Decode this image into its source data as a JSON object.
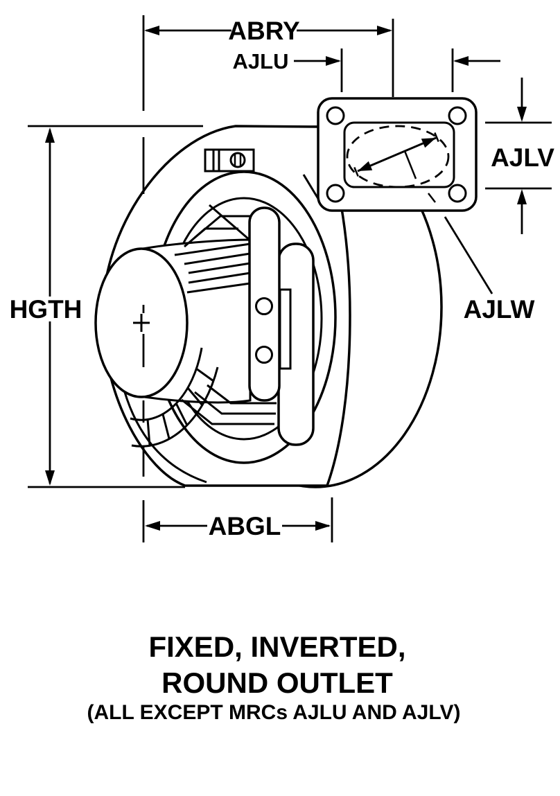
{
  "figure": {
    "labels": {
      "abry": "ABRY",
      "ajlu": "AJLU",
      "ajlv": "AJLV",
      "ajlw": "AJLW",
      "hgth": "HGTH",
      "abgl": "ABGL"
    },
    "caption": {
      "line1": "FIXED, INVERTED,",
      "line2": "ROUND OUTLET",
      "line3": "(ALL EXCEPT MRCs AJLU AND AJLV)"
    },
    "colors": {
      "ink": "#000000",
      "paper": "#ffffff"
    }
  }
}
